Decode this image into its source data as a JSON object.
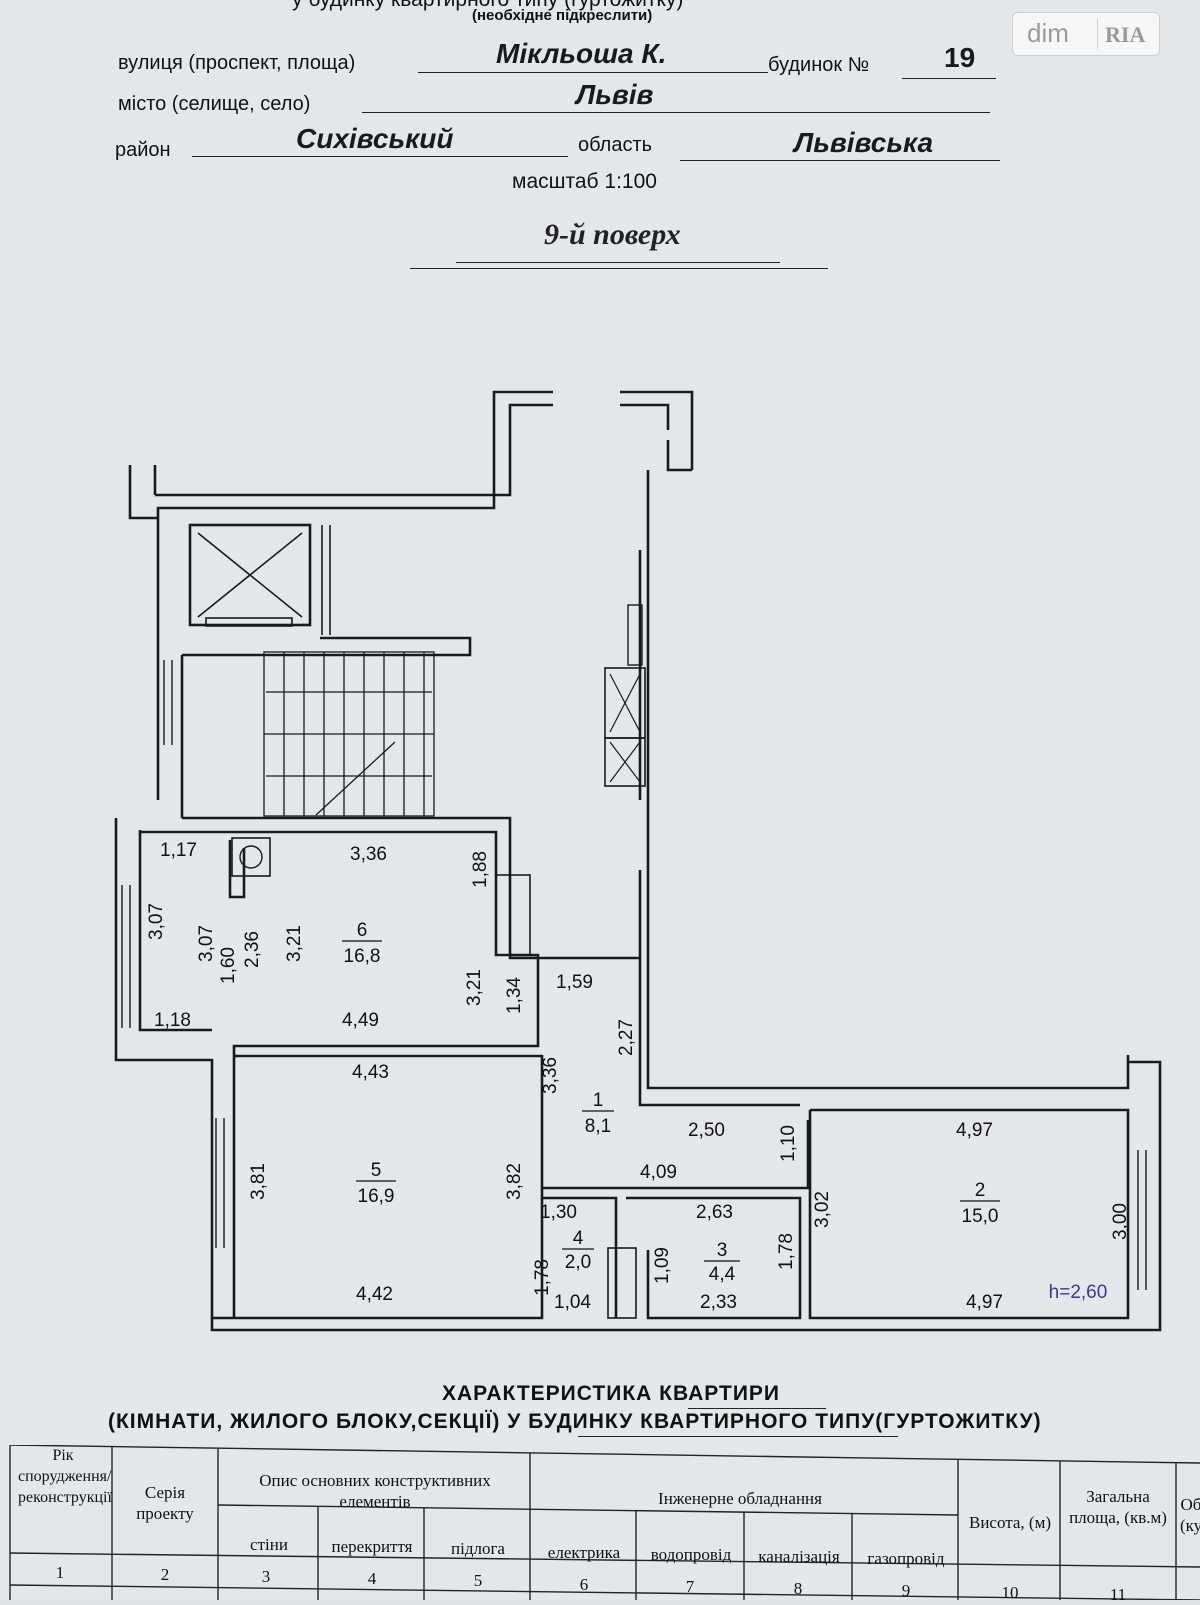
{
  "header": {
    "top_partial": "у будинку квартирного типу (гуртожитку)",
    "underline_note": "(необхідне підкреслити)",
    "street_label": "вулиця (проспект, площа)",
    "street_value": "Мікльоша К.",
    "house_label": "будинок №",
    "house_value": "19",
    "city_label": "місто (селище, село)",
    "city_value": "Львів",
    "district_label": "район",
    "district_value": "Сихівський",
    "region_label": "область",
    "region_value": "Львівська",
    "scale": "масштаб 1:100",
    "floor": "9-й поверх"
  },
  "watermark": {
    "brand": "dim",
    "brand2": "RIA"
  },
  "plan": {
    "rooms": [
      {
        "num": "1",
        "area": "8,1"
      },
      {
        "num": "2",
        "area": "15,0"
      },
      {
        "num": "3",
        "area": "4,4"
      },
      {
        "num": "4",
        "area": "2,0"
      },
      {
        "num": "5",
        "area": "16,9"
      },
      {
        "num": "6",
        "area": "16,8"
      }
    ],
    "dimensions": [
      "1,17",
      "3,36",
      "1,88",
      "3,07",
      "3,07",
      "1,60",
      "2,36",
      "3,21",
      "3,21",
      "1,34",
      "1,59",
      "2,27",
      "1,18",
      "4,49",
      "4,43",
      "3,36",
      "3,81",
      "3,82",
      "4,42",
      "2,50",
      "1,10",
      "4,09",
      "1,30",
      "2,63",
      "1,78",
      "1,09",
      "1,78",
      "1,04",
      "2,33",
      "4,97",
      "3,02",
      "3,00",
      "4,97"
    ],
    "height_note": "h=2,60"
  },
  "characteristics": {
    "title_line1": "ХАРАКТЕРИСТИКА КВАРТИРИ",
    "title_line2": "(КІМНАТИ, ЖИЛОГО БЛОКУ,СЕКЦІЇ) У БУДИНКУ КВАРТИРНОГО ТИПУ(ГУРТОЖИТКУ)",
    "columns": {
      "year": "Рік спорудження/ реконструкції",
      "series": "Серія проекту",
      "elements": "Опис основних конструктивних елементів",
      "walls": "стіни",
      "floors_ceil": "перекриття",
      "floor": "підлога",
      "engineering": "Інженерне обладнання",
      "electric": "електрика",
      "water": "водопровід",
      "sewer": "каналізація",
      "gas": "газопровід",
      "height": "Висота, (м)",
      "total_area": "Загальна площа, (кв.м)",
      "cut": "Об (ку"
    },
    "numbers": [
      "1",
      "2",
      "3",
      "4",
      "5",
      "6",
      "7",
      "8",
      "9",
      "10",
      "11"
    ]
  }
}
